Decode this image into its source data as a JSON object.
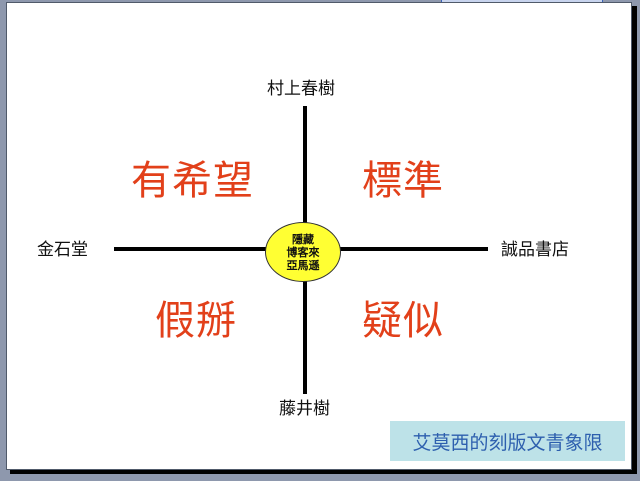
{
  "diagram": {
    "type": "quadrant",
    "axis": {
      "top": "村上春樹",
      "bottom": "藤井樹",
      "left": "金石堂",
      "right": "誠品書店"
    },
    "quadrants": {
      "top_left": "有希望",
      "top_right": "標準",
      "bottom_left": "假掰",
      "bottom_right": "疑似"
    },
    "center": {
      "lines": [
        "隱藏",
        "博客來",
        "亞馬遜"
      ]
    },
    "caption": "艾莫西的刻版文青象限"
  },
  "colors": {
    "quadrant_text": "#e2401a",
    "center_fill": "#ffff33",
    "caption_bg": "#bde2e8",
    "caption_text": "#2d5fae",
    "background": "#8e98ad"
  }
}
